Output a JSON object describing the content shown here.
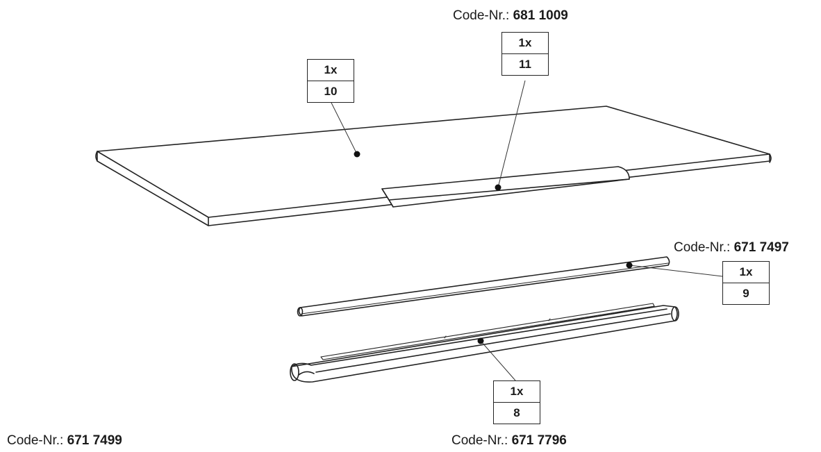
{
  "diagram": {
    "code_prefix": "Code-Nr.:",
    "parts": [
      {
        "id": "10",
        "qty": "1x",
        "number": "10",
        "code": ""
      },
      {
        "id": "11",
        "qty": "1x",
        "number": "11",
        "code": "681 1009"
      },
      {
        "id": "9",
        "qty": "1x",
        "number": "9",
        "code": "671 7497"
      },
      {
        "id": "8",
        "qty": "1x",
        "number": "8",
        "code": "671 7796"
      }
    ],
    "extra_code": "671 7499"
  }
}
